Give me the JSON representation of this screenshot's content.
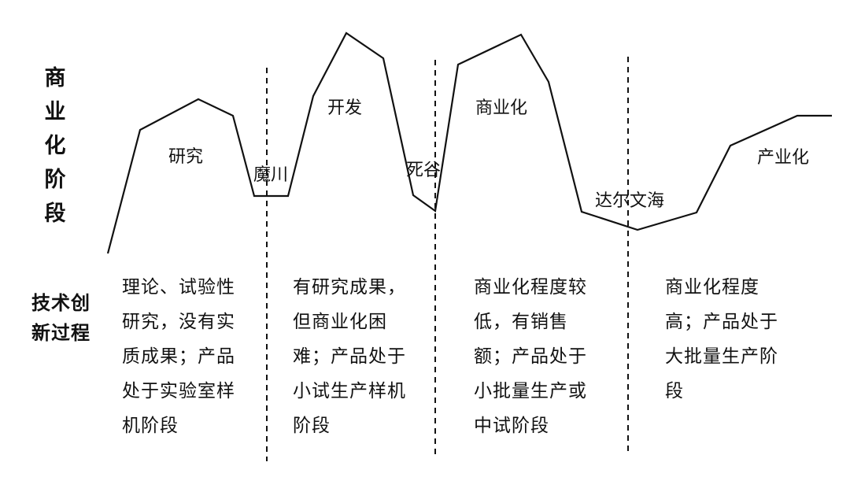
{
  "axis_labels": {
    "vertical": "商业化阶段",
    "row": "技术创新过程"
  },
  "stage_labels": {
    "research": "研究",
    "devils_river": "魔川",
    "development": "开发",
    "death_valley": "死谷",
    "commercialization": "商业化",
    "darwin_sea": "达尔文海",
    "industrialization": "产业化"
  },
  "descriptions": [
    "理论、试验性研究，没有实质成果；产品处于实验室样机阶段",
    "有研究成果，但商业化困难；产品处于小试生产样机阶段",
    "商业化程度较低，有销售额；产品处于小批量生产或中试阶段",
    "商业化程度高；产品处于大批量生产阶段"
  ],
  "colors": {
    "line": "#111111",
    "text": "#111111",
    "background": "#ffffff"
  }
}
